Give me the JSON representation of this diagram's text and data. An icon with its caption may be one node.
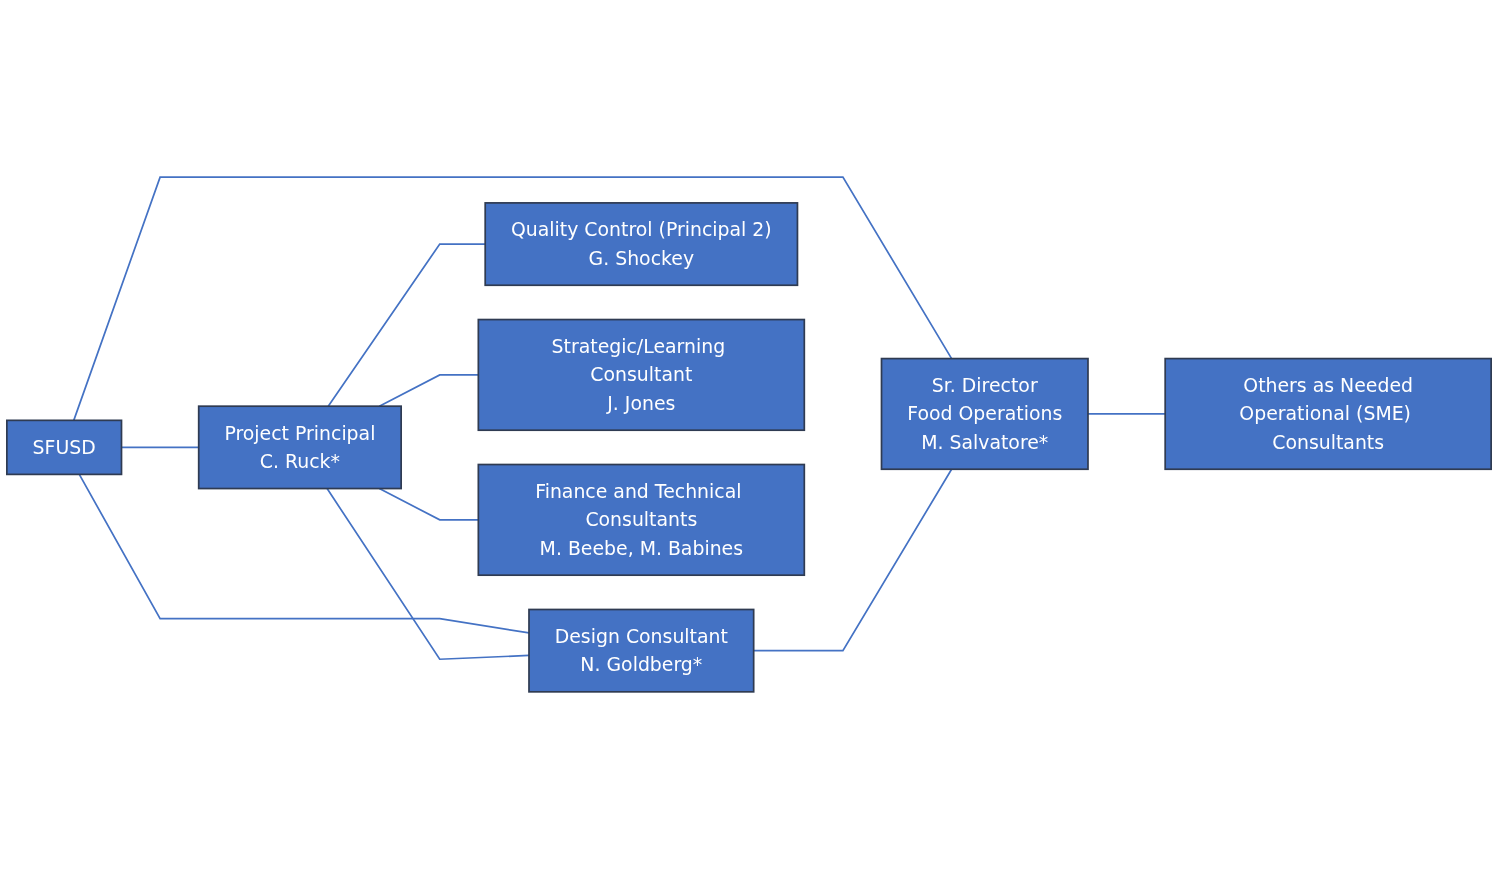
{
  "diagram": {
    "nodes": [
      {
        "text": [
          "SFUSD"
        ]
      },
      {
        "text": [
          "Project Principal",
          "C. Ruck*"
        ]
      },
      {
        "text": [
          "Design Consultant",
          "N. Goldberg*"
        ]
      },
      {
        "text": [
          "Sr. Director",
          "Food Operations",
          "M. Salvatore*"
        ]
      },
      {
        "text": [
          "Quality Control (Principal 2)",
          "G. Shockey"
        ]
      },
      {
        "text": [
          "Strategic/Learning Consultant",
          "J. Jones"
        ]
      },
      {
        "text": [
          "Finance and Technical Consultants",
          "M. Beebe, M. Babines"
        ]
      },
      {
        "text": [
          "Others as Needed",
          "Operational (SME) Consultants"
        ]
      }
    ],
    "edges": [
      {
        "from": 0,
        "to": 1,
        "arrow": "none"
      },
      {
        "from": 0,
        "to": 2,
        "arrow": "none"
      },
      {
        "from": 0,
        "to": 3,
        "arrow": "none"
      },
      {
        "from": 1,
        "to": 2,
        "arrow": "none"
      },
      {
        "from": 2,
        "to": 3,
        "arrow": "none"
      },
      {
        "from": 1,
        "to": 4,
        "arrow": "none"
      },
      {
        "from": 1,
        "to": 5,
        "arrow": "none"
      },
      {
        "from": 1,
        "to": 6,
        "arrow": "none"
      },
      {
        "from": 3,
        "to": 7,
        "arrow": "none"
      }
    ]
  }
}
